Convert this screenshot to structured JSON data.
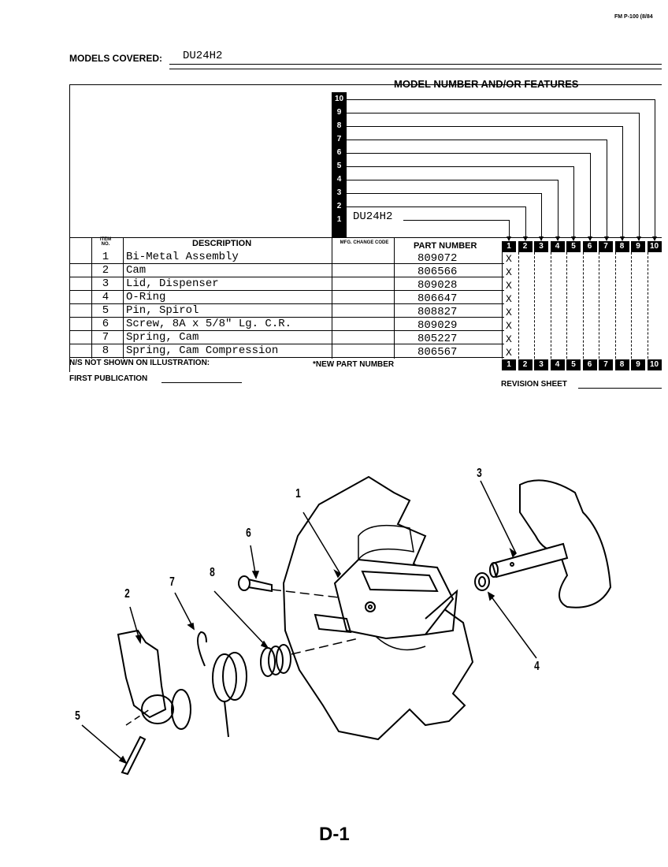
{
  "form_code": "FM P-100 (8/84",
  "models_covered": {
    "label": "MODELS COVERED:",
    "value": "DU24H2"
  },
  "features_heading": "MODEL NUMBER AND/OR FEATURES",
  "model_slots": [
    "10",
    "9",
    "8",
    "7",
    "6",
    "5",
    "4",
    "3",
    "2",
    "1"
  ],
  "model_1_name": "DU24H2",
  "columns": {
    "item_no": "ITEM NO.",
    "description": "DESCRIPTION",
    "mfg_change_code": "MFG. CHANGE CODE",
    "part_number": "PART NUMBER",
    "models": [
      "1",
      "2",
      "3",
      "4",
      "5",
      "6",
      "7",
      "8",
      "9",
      "10"
    ]
  },
  "rows": [
    {
      "item": "1",
      "description": "Bi-Metal Assembly",
      "part_number": "809072",
      "mark": "X"
    },
    {
      "item": "2",
      "description": "Cam",
      "part_number": "806566",
      "mark": "X"
    },
    {
      "item": "3",
      "description": "Lid, Dispenser",
      "part_number": "809028",
      "mark": "X"
    },
    {
      "item": "4",
      "description": "O-Ring",
      "part_number": "806647",
      "mark": "X"
    },
    {
      "item": "5",
      "description": "Pin, Spirol",
      "part_number": "808827",
      "mark": "X"
    },
    {
      "item": "6",
      "description": "Screw, 8A x 5/8\" Lg. C.R.",
      "part_number": "809029",
      "mark": "X"
    },
    {
      "item": "7",
      "description": "Spring, Cam",
      "part_number": "805227",
      "mark": "X"
    },
    {
      "item": "8",
      "description": "Spring, Cam Compression",
      "part_number": "806567",
      "mark": "X"
    }
  ],
  "footer": {
    "ns_note": "N/S NOT SHOWN ON ILLUSTRATION:",
    "new_part": "*NEW PART NUMBER",
    "first_publication": "FIRST PUBLICATION",
    "revision_sheet": "REVISION SHEET"
  },
  "callouts": [
    "1",
    "2",
    "3",
    "4",
    "5",
    "6",
    "7",
    "8"
  ],
  "page_number": "D-1"
}
